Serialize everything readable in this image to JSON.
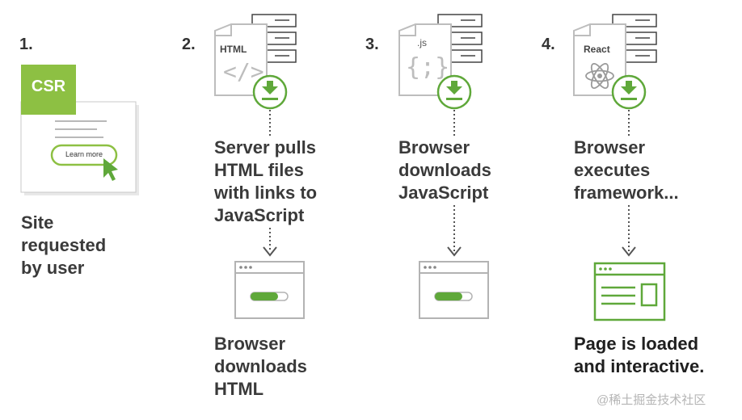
{
  "steps": [
    {
      "number": "1.",
      "lines": [
        "Site",
        "requested",
        "by user"
      ]
    },
    {
      "number": "2.",
      "lines": [
        "Server pulls",
        "HTML files",
        "with links to",
        "JavaScript"
      ]
    },
    {
      "number": "3.",
      "lines": [
        "Browser",
        "downloads",
        "JavaScript"
      ]
    },
    {
      "number": "4.",
      "lines": [
        "Browser",
        "executes",
        "framework..."
      ]
    }
  ],
  "results": {
    "step2": [
      "Browser",
      "downloads",
      "HTML"
    ],
    "step4": [
      "Page is loaded",
      "and interactive."
    ]
  },
  "icons": {
    "csr_badge": "CSR",
    "learn_more_button": "Learn more",
    "html_file_label": "HTML",
    "html_file_symbol": "</>",
    "js_file_label": ".js",
    "js_file_symbol": "{;}",
    "react_file_label": "React"
  },
  "watermark": "@稀土掘金技术社区",
  "colors": {
    "green": "#5fa83a",
    "csr_green": "#8dc043",
    "gray_line": "#b3b3b3",
    "text": "#3a3a3a"
  }
}
